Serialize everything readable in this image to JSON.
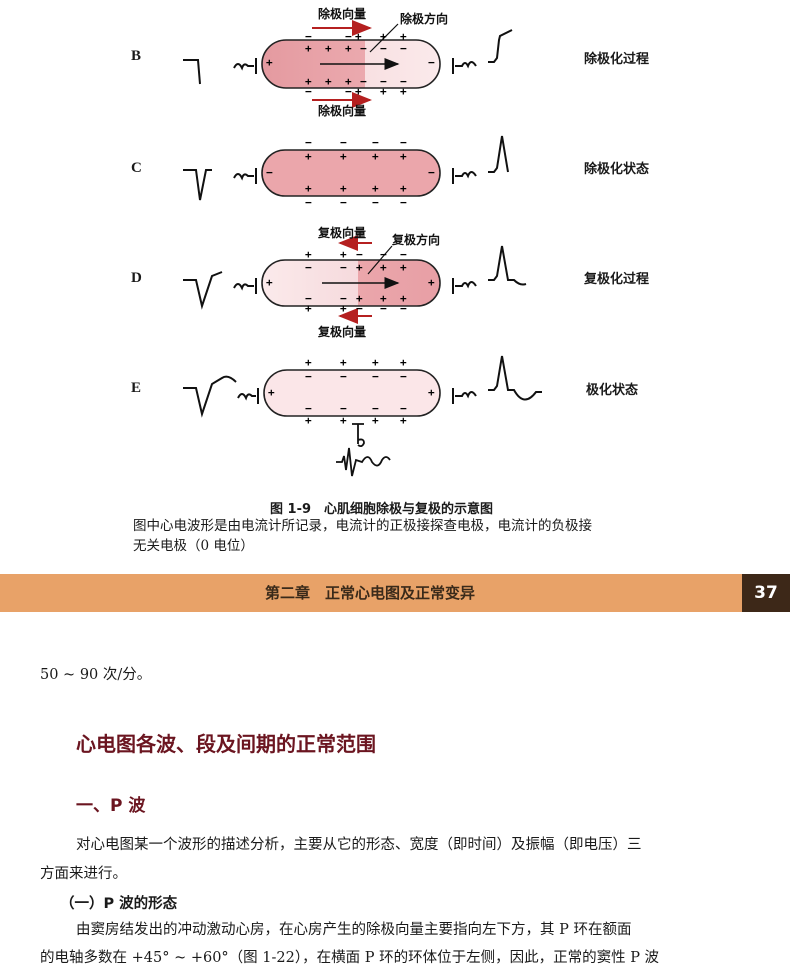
{
  "figure": {
    "rows": [
      {
        "letter": "B",
        "state": "除极化过程",
        "top_label": "除极向量",
        "direction_label": "除极方向",
        "bottom_label": "除极向量"
      },
      {
        "letter": "C",
        "state": "除极化状态"
      },
      {
        "letter": "D",
        "state": "复极化过程",
        "top_label": "复极向量",
        "direction_label": "复极方向",
        "bottom_label": "复极向量"
      },
      {
        "letter": "E",
        "state": "极化状态"
      }
    ],
    "caption_title": "图 1-9　心肌细胞除极与复极的示意图",
    "caption_line1": "图中心电波形是由电流计所记录，电流计的正极接探查电极，电流计的负极接",
    "caption_line2": "无关电极（0 电位）"
  },
  "banner": {
    "chapter": "第二章　正常心电图及正常变异",
    "page_number": "37"
  },
  "content": {
    "line_rate": "50 ~ 90 次/分。",
    "section_title": "心电图各波、段及间期的正常范围",
    "sub_title": "一、P 波",
    "para1_line1": "对心电图某一个波形的描述分析，主要从它的形态、宽度（即时间）及振幅（即电压）三",
    "para1_line2": "方面来进行。",
    "subsub_title": "（一）P 波的形态",
    "para2_line1": "由窦房结发出的冲动激动心房，在心房产生的除极向量主要指向左下方，其 P 环在额面",
    "para2_line2": "的电轴多数在 +45° ~ +60°（图 1-22），在横面 P 环的环体位于左侧，因此，正常的窦性 P 波"
  },
  "colors": {
    "banner": "#e8a268",
    "page_box": "#3d2818",
    "heading": "#6b1520",
    "cell_dark": "#e9a3a8",
    "cell_light": "#f8e2e3",
    "arrow": "#b52020"
  }
}
